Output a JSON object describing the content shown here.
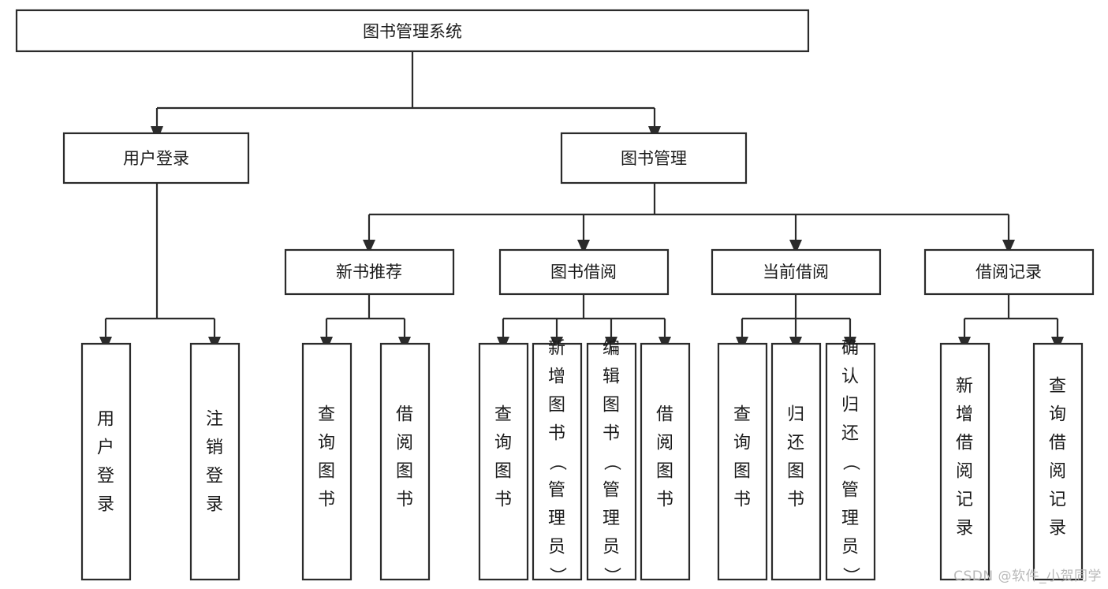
{
  "diagram": {
    "type": "tree",
    "title": "图书管理系统",
    "watermark": "CSDN @软件_小贺同学",
    "colors": {
      "stroke": "#2b2b2b",
      "fill": "#ffffff",
      "text": "#1a1a1a",
      "watermark": "#b9b9b9",
      "background": "#ffffff"
    },
    "levels": {
      "root": "图书管理系统",
      "level2": [
        "用户登录",
        "图书管理"
      ],
      "level3": [
        "新书推荐",
        "图书借阅",
        "当前借阅",
        "借阅记录"
      ],
      "level4": [
        "用户登录",
        "注销登录",
        "查询图书",
        "借阅图书",
        "查询图书",
        "新增图书（管理员）",
        "编辑图书（管理员）",
        "借阅图书",
        "查询图书",
        "归还图书",
        "确认归还（管理员）",
        "新增借阅记录",
        "查询借阅记录"
      ]
    },
    "nodes": {
      "root": {
        "id": "root",
        "label": "图书管理系统",
        "orientation": "horizontal"
      },
      "n_user_login": {
        "id": "n_user_login",
        "label": "用户登录",
        "orientation": "horizontal"
      },
      "n_book_manage": {
        "id": "n_book_manage",
        "label": "图书管理",
        "orientation": "horizontal"
      },
      "n_new_rec": {
        "id": "n_new_rec",
        "label": "新书推荐",
        "orientation": "horizontal"
      },
      "n_borrow": {
        "id": "n_borrow",
        "label": "图书借阅",
        "orientation": "horizontal"
      },
      "n_current": {
        "id": "n_current",
        "label": "当前借阅",
        "orientation": "horizontal"
      },
      "n_history": {
        "id": "n_history",
        "label": "借阅记录",
        "orientation": "horizontal"
      },
      "l_login": {
        "id": "l_login",
        "label": "用户登录",
        "orientation": "vertical"
      },
      "l_logout": {
        "id": "l_logout",
        "label": "注销登录",
        "orientation": "vertical"
      },
      "l_q1": {
        "id": "l_q1",
        "label": "查询图书",
        "orientation": "vertical"
      },
      "l_b1": {
        "id": "l_b1",
        "label": "借阅图书",
        "orientation": "vertical"
      },
      "l_q2": {
        "id": "l_q2",
        "label": "查询图书",
        "orientation": "vertical"
      },
      "l_add_book": {
        "id": "l_add_book",
        "label": "新增图书（管理员）",
        "orientation": "vertical"
      },
      "l_edit_book": {
        "id": "l_edit_book",
        "label": "编辑图书（管理员）",
        "orientation": "vertical"
      },
      "l_b2": {
        "id": "l_b2",
        "label": "借阅图书",
        "orientation": "vertical"
      },
      "l_q3": {
        "id": "l_q3",
        "label": "查询图书",
        "orientation": "vertical"
      },
      "l_return": {
        "id": "l_return",
        "label": "归还图书",
        "orientation": "vertical"
      },
      "l_confirm": {
        "id": "l_confirm",
        "label": "确认归还（管理员）",
        "orientation": "vertical"
      },
      "l_add_rec": {
        "id": "l_add_rec",
        "label": "新增借阅记录",
        "orientation": "vertical"
      },
      "l_q_rec": {
        "id": "l_q_rec",
        "label": "查询借阅记录",
        "orientation": "vertical"
      }
    },
    "edges": [
      {
        "from": "root",
        "to": "n_user_login"
      },
      {
        "from": "root",
        "to": "n_book_manage"
      },
      {
        "from": "n_user_login",
        "to": "l_login"
      },
      {
        "from": "n_user_login",
        "to": "l_logout"
      },
      {
        "from": "n_book_manage",
        "to": "n_new_rec"
      },
      {
        "from": "n_book_manage",
        "to": "n_borrow"
      },
      {
        "from": "n_book_manage",
        "to": "n_current"
      },
      {
        "from": "n_book_manage",
        "to": "n_history"
      },
      {
        "from": "n_new_rec",
        "to": "l_q1"
      },
      {
        "from": "n_new_rec",
        "to": "l_b1"
      },
      {
        "from": "n_borrow",
        "to": "l_q2"
      },
      {
        "from": "n_borrow",
        "to": "l_add_book"
      },
      {
        "from": "n_borrow",
        "to": "l_edit_book"
      },
      {
        "from": "n_borrow",
        "to": "l_b2"
      },
      {
        "from": "n_current",
        "to": "l_q3"
      },
      {
        "from": "n_current",
        "to": "l_return"
      },
      {
        "from": "n_current",
        "to": "l_confirm"
      },
      {
        "from": "n_history",
        "to": "l_add_rec"
      },
      {
        "from": "n_history",
        "to": "l_q_rec"
      }
    ]
  }
}
